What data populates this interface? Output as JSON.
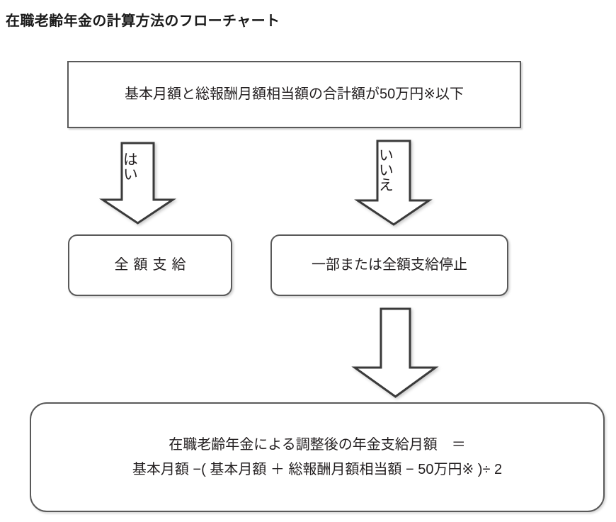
{
  "title": "在職老齢年金の計算方法のフローチャート",
  "flowchart": {
    "condition": {
      "text": "基本月額と総報酬月額相当額の合計額が50万円※以下"
    },
    "branches": {
      "yes_label": "はい",
      "no_label": "いいえ"
    },
    "outcome_yes": {
      "text": "全額支給"
    },
    "outcome_no": {
      "text": "一部または全額支給停止"
    },
    "formula": {
      "line1": "在職老齢年金による調整後の年金支給月額　＝",
      "line2": "基本月額 −( 基本月額 ＋ 総報酬月額相当額 − 50万円※ )÷ 2"
    }
  },
  "colors": {
    "border": "#595959",
    "text": "#231f20",
    "background": "#ffffff",
    "arrow_stroke": "#3a3a3a"
  }
}
